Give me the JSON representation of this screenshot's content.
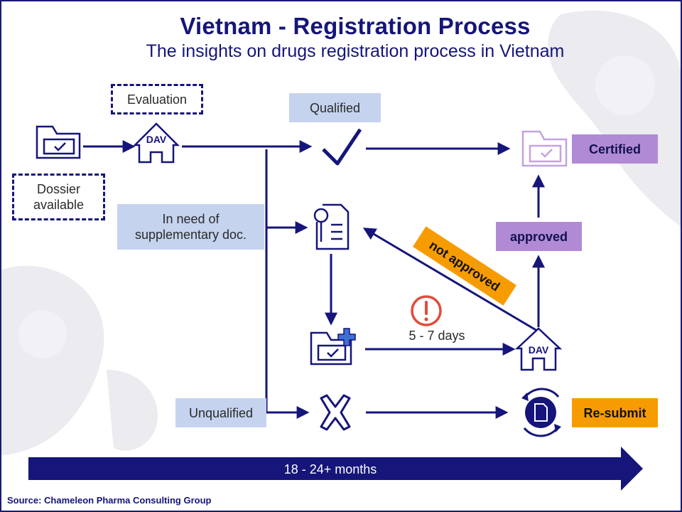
{
  "title": "Vietnam - Registration Process",
  "subtitle": "The insights on drugs registration process in Vietnam",
  "labels": {
    "evaluation": "Evaluation",
    "dossier": "Dossier available",
    "qualified": "Qualified",
    "supplementary": "In need of supplementary doc.",
    "unqualified": "Unqualified",
    "certified": "Certified",
    "approved": "approved",
    "not_approved": "not approved",
    "resubmit": "Re-submit",
    "days": "5 - 7 days",
    "timeline": "18 - 24+ months",
    "dav1": "DAV",
    "dav2": "DAV"
  },
  "icons": {
    "dossier": "folder-check-icon",
    "dav_first": "dav-house-icon",
    "qualified": "checkmark-icon",
    "certified": "folder-check-icon",
    "supplementary": "document-search-icon",
    "supplementary_folder": "folder-plus-icon",
    "warning": "exclamation-circle-icon",
    "dav_second": "dav-house-icon",
    "unqualified": "x-icon",
    "resubmit": "document-refresh-icon"
  },
  "colors": {
    "navy": "#15157a",
    "light_blue": "#c5d3ee",
    "purple": "#b18ad6",
    "orange": "#f79c00",
    "warning_red": "#e24b3b"
  },
  "source": "Source:  Chameleon Pharma Consulting Group"
}
